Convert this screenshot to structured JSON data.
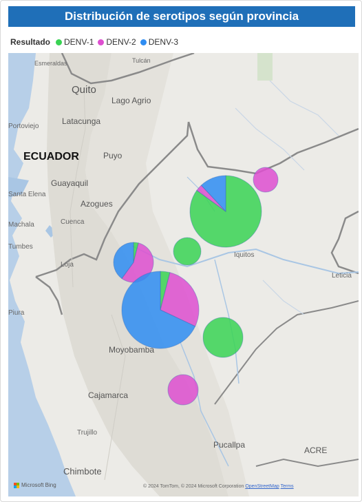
{
  "visual": {
    "title": "Distribución de serotipos según provincia",
    "legend_title": "Resultado",
    "series": [
      {
        "name": "DENV-1",
        "color": "#39d353"
      },
      {
        "name": "DENV-2",
        "color": "#de4fd0"
      },
      {
        "name": "DENV-3",
        "color": "#2f8df2"
      }
    ]
  },
  "map_labels": {
    "esmeraldas": "Esmeraldas",
    "tulcan": "Tulcán",
    "quito": "Quito",
    "lago_agrio": "Lago Agrio",
    "portoviejo": "Portoviejo",
    "latacunga": "Latacunga",
    "ecuador": "ECUADOR",
    "puyo": "Puyo",
    "guayaquil": "Guayaquil",
    "santa_elena": "Santa Elena",
    "azogues": "Azogues",
    "machala": "Machala",
    "cuenca": "Cuenca",
    "tumbes": "Tumbes",
    "loja": "Loja",
    "iquitos": "Iquitos",
    "leticia": "Leticia",
    "piura": "Piura",
    "moyobamba": "Moyobamba",
    "cajamarca": "Cajamarca",
    "trujillo": "Trujillo",
    "pucallpa": "Pucallpa",
    "acre": "ACRE",
    "chimbote": "Chimbote"
  },
  "attribution": {
    "brand": "Microsoft Bing",
    "text": "© 2024 TomTom, © 2024 Microsoft Corporation",
    "link1": "OpenStreetMap",
    "link2": "Terms"
  },
  "chart_data": {
    "type": "pie-map",
    "series_names": [
      "DENV-1",
      "DENV-2",
      "DENV-3"
    ],
    "pies": [
      {
        "values": [
          0.85,
          0.03,
          0.12
        ]
      },
      {
        "values": [
          0,
          1,
          0
        ]
      },
      {
        "values": [
          1,
          0,
          0
        ]
      },
      {
        "values": [
          0.04,
          0.56,
          0.4
        ]
      },
      {
        "values": [
          0.04,
          0.28,
          0.68
        ]
      },
      {
        "values": [
          1,
          0,
          0
        ]
      },
      {
        "values": [
          0,
          1,
          0
        ]
      }
    ]
  }
}
